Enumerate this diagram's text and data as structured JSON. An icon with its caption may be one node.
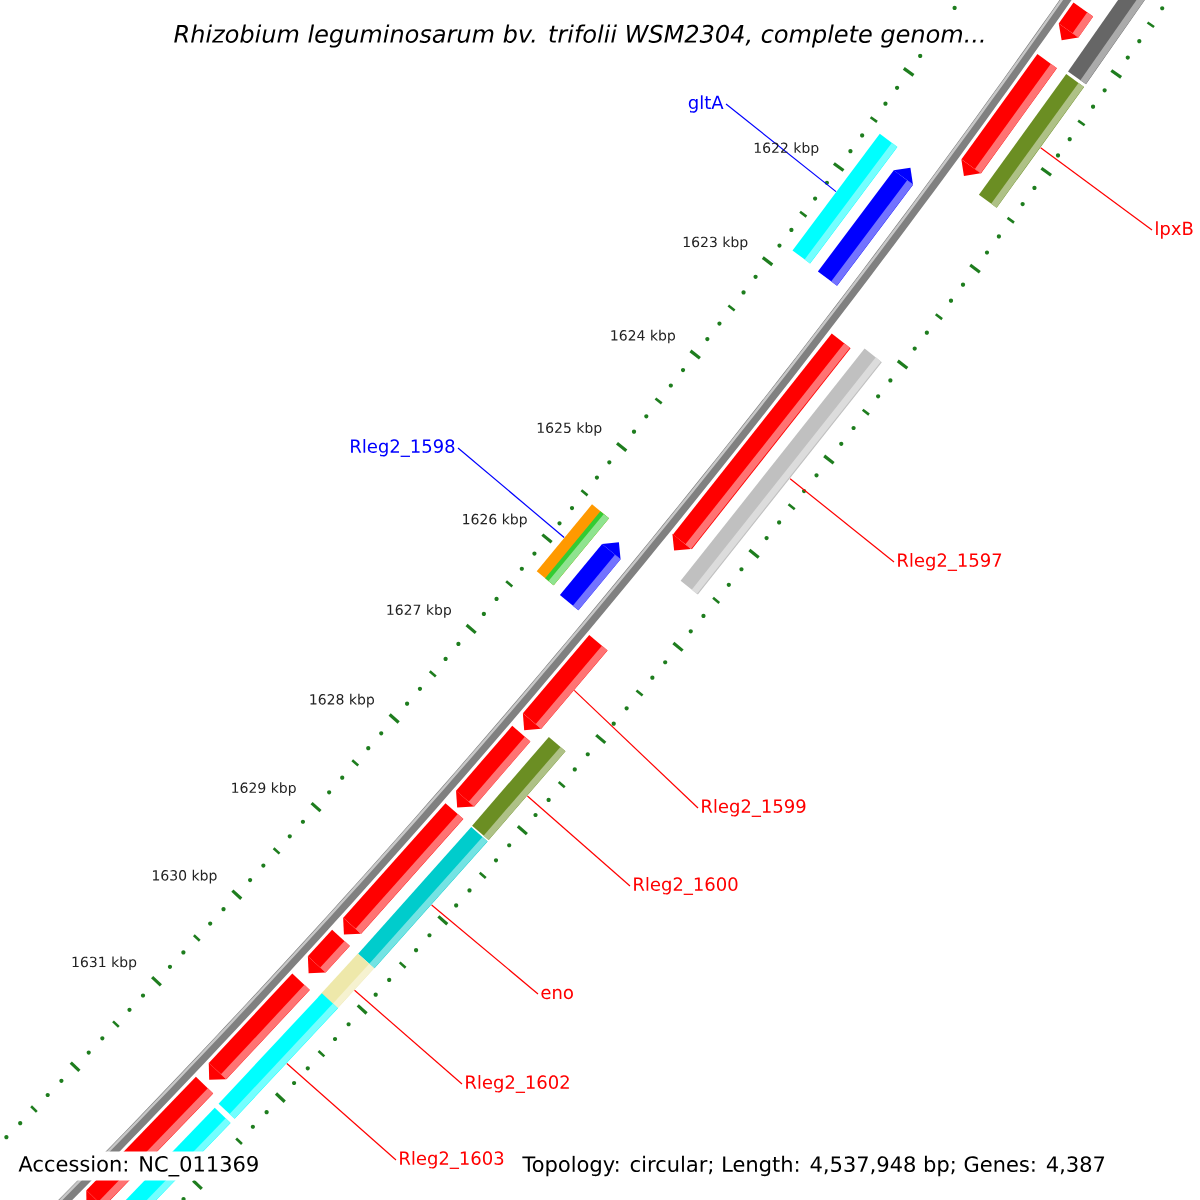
{
  "diagram": {
    "title": "Rhizobium leguminosarum bv. trifolii WSM2304, complete genom...",
    "nodes": [
      {
        "text": [
          "gltA"
        ]
      },
      {
        "text": [],
        "shape": "bar"
      },
      {
        "text": [
          "lpxB"
        ]
      },
      {
        "text": [],
        "shape": "bar"
      },
      {
        "text": [
          "Rleg2_1598"
        ]
      },
      {
        "text": [],
        "shape": "bar"
      },
      {
        "text": [
          "Rleg2_1597"
        ]
      },
      {
        "text": [],
        "shape": "bar"
      },
      {
        "text": [
          "Rleg2_1599"
        ]
      },
      {
        "text": [],
        "shape": "pentagon"
      },
      {
        "text": [
          "Rleg2_1600"
        ]
      },
      {
        "text": [],
        "shape": "bar"
      },
      {
        "text": [
          "eno"
        ]
      },
      {
        "text": [],
        "shape": "bar"
      },
      {
        "text": [
          "Rleg2_1602"
        ]
      },
      {
        "text": [],
        "shape": "bar"
      },
      {
        "text": [
          "Rleg2_1603"
        ]
      },
      {
        "text": [],
        "shape": "bar"
      },
      {
        "text": [],
        "shape": "pentagon"
      },
      {
        "text": [],
        "shape": "bar"
      },
      {
        "text": [],
        "shape": "pentagon"
      },
      {
        "text": [],
        "shape": "pentagon"
      },
      {
        "text": [],
        "shape": "pentagon"
      },
      {
        "text": [],
        "shape": "pentagon"
      },
      {
        "text": [],
        "shape": "pentagon"
      },
      {
        "text": [],
        "shape": "pentagon"
      },
      {
        "text": [],
        "shape": "pentagon"
      },
      {
        "text": [],
        "shape": "pentagon"
      },
      {
        "text": [],
        "shape": "pentagon"
      },
      {
        "text": [],
        "shape": "bar"
      }
    ],
    "edges": [
      {
        "from": 0,
        "to": 1,
        "arrow": "none",
        "color": "#0000ff"
      },
      {
        "from": 2,
        "to": 3,
        "arrow": "none"
      },
      {
        "from": 4,
        "to": 5,
        "arrow": "none",
        "color": "#0000ff"
      },
      {
        "from": 6,
        "to": 7,
        "arrow": "none"
      },
      {
        "from": 8,
        "to": 9,
        "arrow": "none"
      },
      {
        "from": 10,
        "to": 11,
        "arrow": "none"
      },
      {
        "from": 12,
        "to": 13,
        "arrow": "none"
      },
      {
        "from": 14,
        "to": 15,
        "arrow": "none"
      },
      {
        "from": 16,
        "to": 17,
        "arrow": "none"
      }
    ],
    "labels": [
      "1622 kbp",
      "1623 kbp",
      "1624 kbp",
      "1625 kbp",
      "1626 kbp",
      "1627 kbp",
      "1628 kbp",
      "1629 kbp",
      "1630 kbp",
      "1631 kbp",
      "Accession: NC_011369",
      "Topology: circular; Length: 4,537,948 bp; Genes: 4,387"
    ]
  }
}
